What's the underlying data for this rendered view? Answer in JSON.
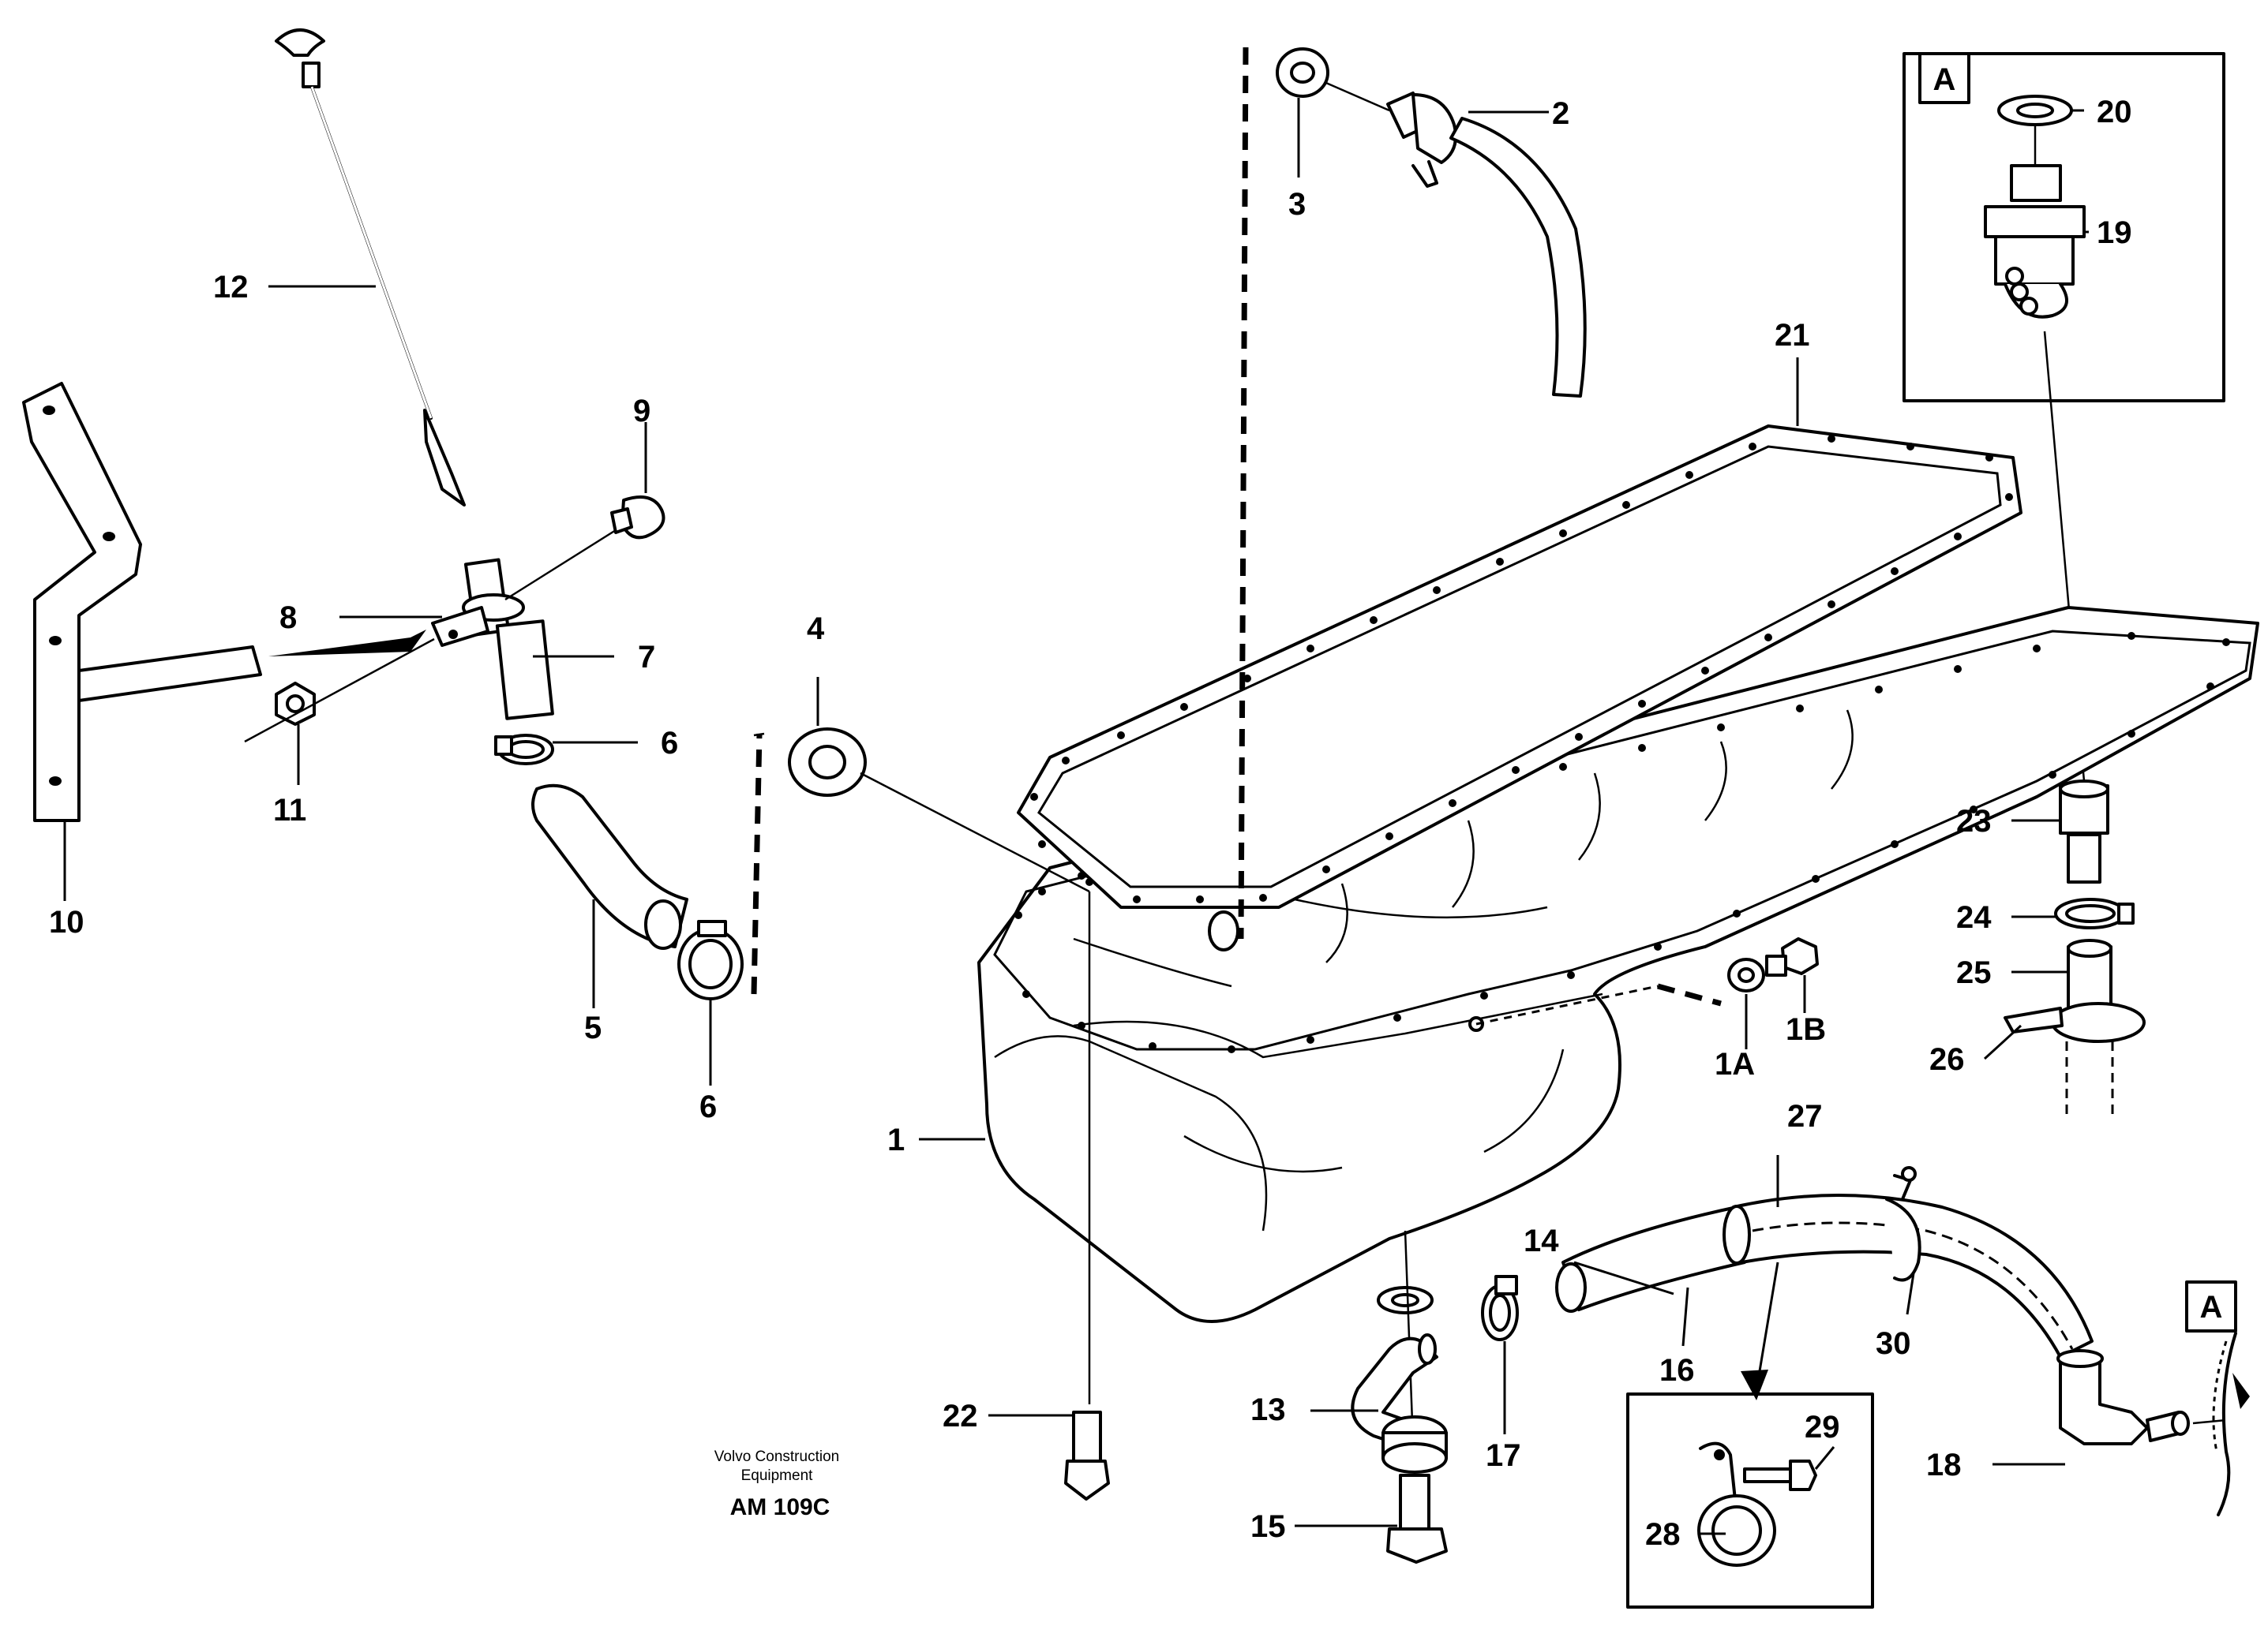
{
  "callouts": {
    "c1": "1",
    "c1A": "1A",
    "c1B": "1B",
    "c2": "2",
    "c3": "3",
    "c4": "4",
    "c5": "5",
    "c6a": "6",
    "c6b": "6",
    "c7": "7",
    "c8": "8",
    "c9": "9",
    "c10": "10",
    "c11": "11",
    "c12": "12",
    "c13": "13",
    "c14": "14",
    "c15": "15",
    "c16": "16",
    "c17": "17",
    "c18": "18",
    "c19": "19",
    "c20": "20",
    "c21": "21",
    "c22": "22",
    "c23": "23",
    "c24": "24",
    "c25": "25",
    "c26": "26",
    "c27": "27",
    "c28": "28",
    "c29": "29",
    "c30": "30"
  },
  "detail_labels": {
    "box_top": "A",
    "box_bottom": "A"
  },
  "credit": {
    "line1": "Volvo Construction",
    "line2": "Equipment",
    "code": "AM 109C"
  }
}
